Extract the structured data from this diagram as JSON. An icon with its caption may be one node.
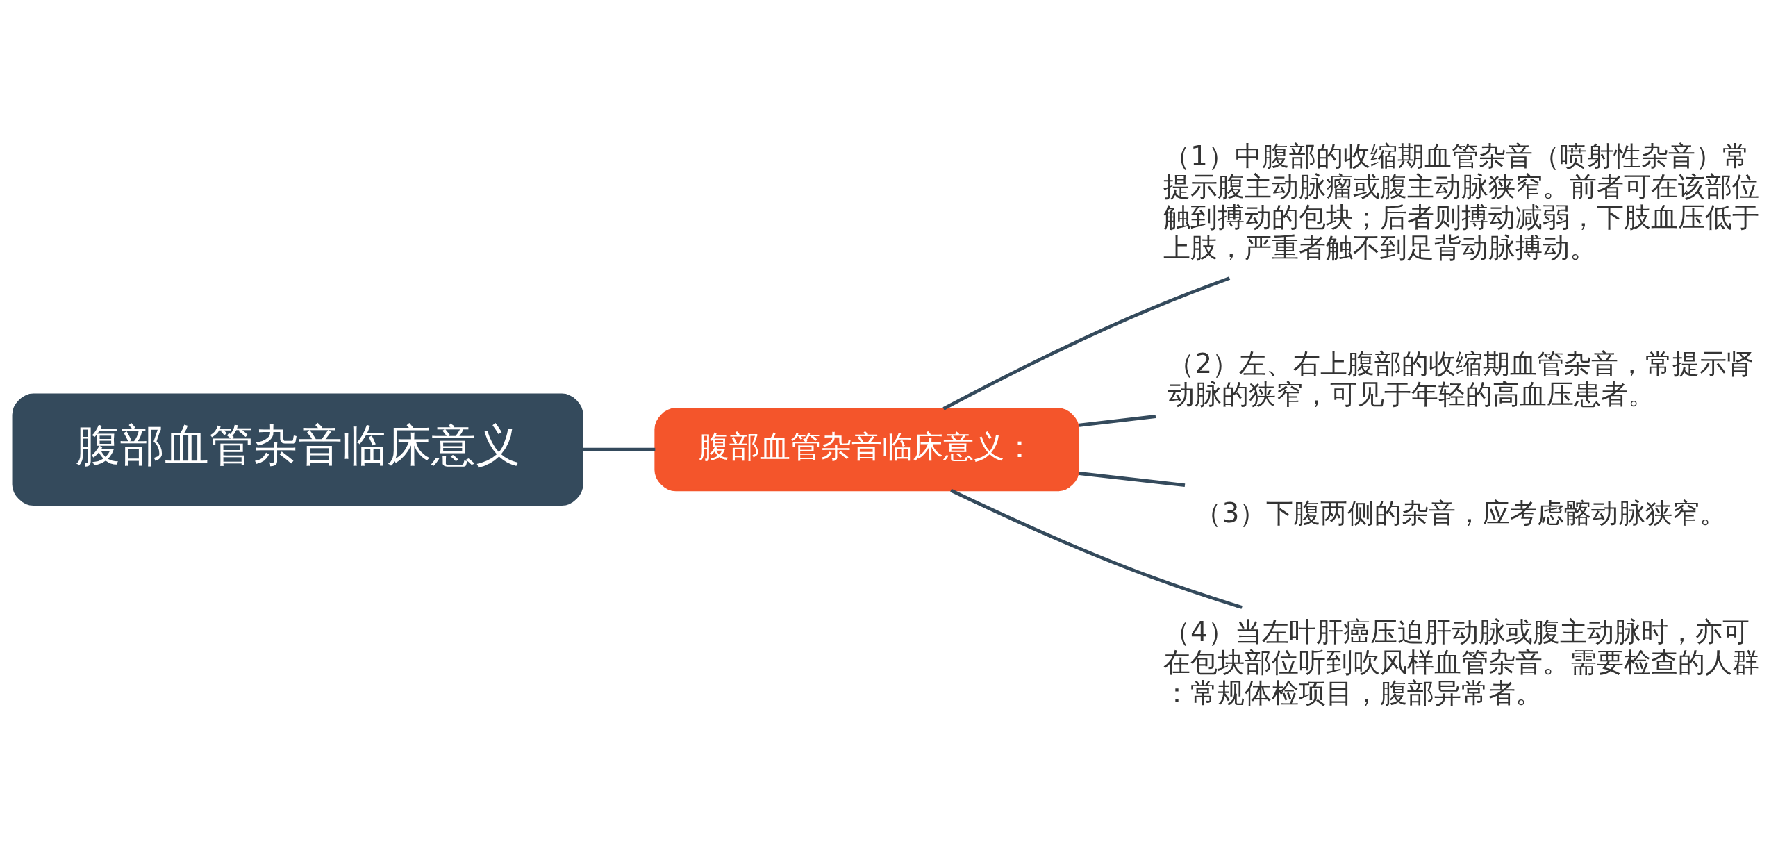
{
  "diagram": {
    "nodes": [
      {
        "text": [
          "腹部血管杂音临床意义"
        ]
      },
      {
        "text": [
          "腹部血管杂音临床意义："
        ]
      },
      {
        "text": [
          "（1）中腹部的收缩期血管杂音（喷射性杂音）常提示腹主动脉瘤或腹主动脉狭窄。前者可在该部位触到搏动的包块；后者则搏动减弱，下肢血压低于上肢，严重者触不到足背动脉搏动。"
        ]
      },
      {
        "text": [
          "（2）左、右上腹部的收缩期血管杂音，常提示肾动脉的狭窄，可见于年轻的高血压患者。"
        ]
      },
      {
        "text": [
          "（3）下腹两侧的杂音，应考虑髂动脉狭窄。"
        ]
      },
      {
        "text": [
          "（4）当左叶肝癌压迫肝动脉或腹主动脉时，亦可在包块部位听到吹风样血管杂音。需要检查的人群：常规体检项目，腹部异常者。"
        ]
      }
    ],
    "edges": [
      {
        "from": 0,
        "to": 1,
        "arrow": "none"
      },
      {
        "from": 1,
        "to": 2,
        "arrow": "none"
      },
      {
        "from": 1,
        "to": 3,
        "arrow": "none"
      },
      {
        "from": 1,
        "to": 4,
        "arrow": "none"
      },
      {
        "from": 1,
        "to": 5,
        "arrow": "none"
      }
    ]
  }
}
